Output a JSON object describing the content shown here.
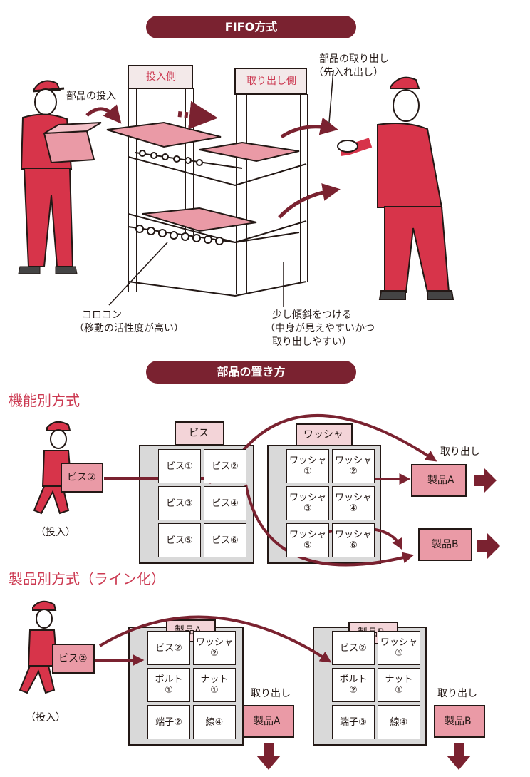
{
  "fifo": {
    "title": "FIFO方式",
    "shelf_in": "投入側",
    "shelf_out": "取り出し側",
    "input_label": "部品の投入",
    "output_label_1": "部品の取り出し",
    "output_label_2": "（先入れ出し）",
    "roller_label_1": "コロコン",
    "roller_label_2": "（移動の活性度が高い）",
    "tilt_label_1": "少し傾斜をつける",
    "tilt_label_2": "（中身が見えやすいかつ",
    "tilt_label_3": "取り出しやすい）"
  },
  "placement": {
    "title": "部品の置き方",
    "function_title": "機能別方式",
    "product_title": "製品別方式（ライン化）",
    "input_caption": "（投入）",
    "carried_box": "ビス②",
    "take_out": "取り出し",
    "function_shelves": [
      {
        "header": "ビス",
        "cells": [
          "ビス①",
          "ビス②",
          "ビス③",
          "ビス④",
          "ビス⑤",
          "ビス⑥"
        ]
      },
      {
        "header": "ワッシャ",
        "cells": [
          "ワッシャ\n①",
          "ワッシャ\n②",
          "ワッシャ\n③",
          "ワッシャ\n④",
          "ワッシャ\n⑤",
          "ワッシャ\n⑥"
        ]
      }
    ],
    "product_boxes": [
      "製品A",
      "製品B"
    ],
    "product_shelves": [
      {
        "header": "製品A",
        "cells": [
          "ビス②",
          "ワッシャ\n②",
          "ボルト\n①",
          "ナット\n①",
          "端子②",
          "線④"
        ]
      },
      {
        "header": "製品B",
        "cells": [
          "ビス②",
          "ワッシャ\n⑤",
          "ボルト\n②",
          "ナット\n①",
          "端子③",
          "線④"
        ]
      }
    ]
  },
  "colors": {
    "accent": "#cc3a52",
    "dark_red": "#7a2230",
    "box_pink": "#ea9aa6",
    "shelf_gray": "#d9d9d9"
  }
}
